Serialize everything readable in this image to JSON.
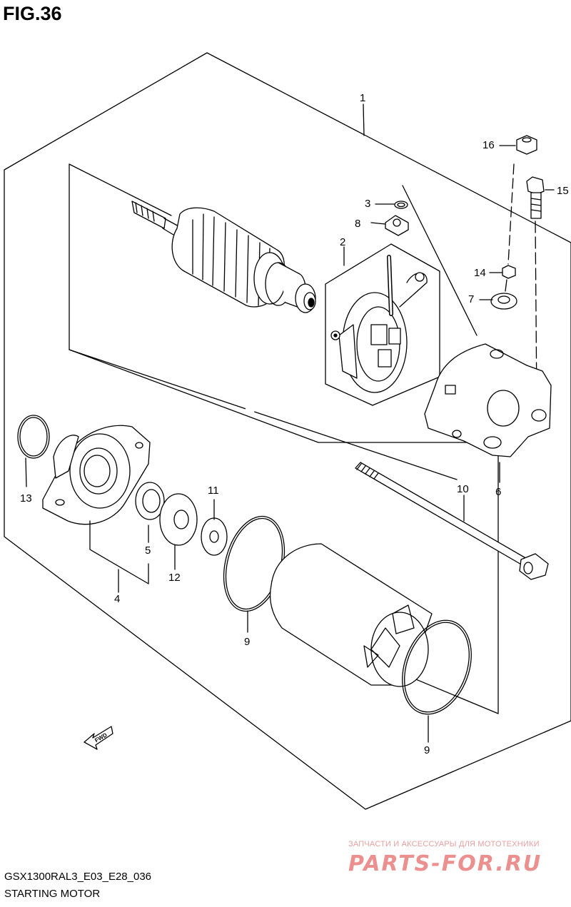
{
  "figure": {
    "title": "FIG.36",
    "model_code": "GSX1300RAL3_E03_E28_036",
    "caption": "STARTING MOTOR"
  },
  "fwd_badge": "FWD",
  "watermark": {
    "tagline": "ЗАПЧАСТИ И АКСЕССУАРЫ ДЛЯ МОТОТЕХНИКИ",
    "brand": "PARTS-FOR.RU"
  },
  "callouts": [
    "1",
    "2",
    "3",
    "4",
    "5",
    "6",
    "7",
    "8",
    "9",
    "9",
    "10",
    "11",
    "12",
    "13",
    "14",
    "15",
    "16"
  ],
  "colors": {
    "line": "#000000",
    "background": "#ffffff",
    "watermark": "#ec8f8f"
  }
}
